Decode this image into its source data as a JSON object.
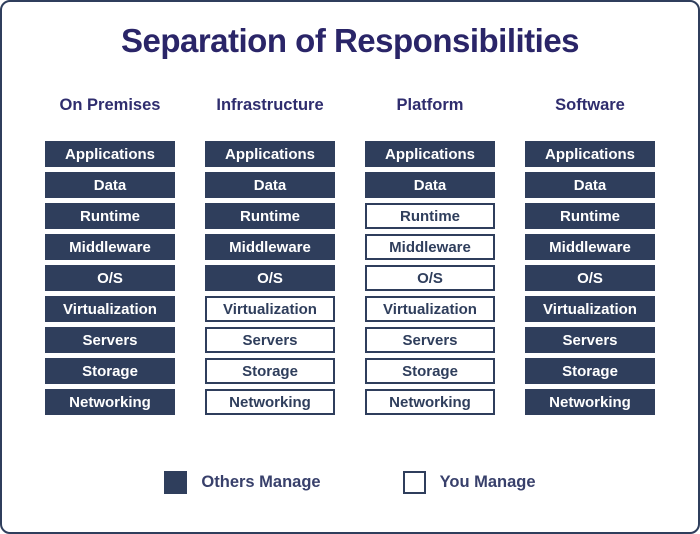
{
  "title": "Separation of Responsibilities",
  "layers": [
    "Applications",
    "Data",
    "Runtime",
    "Middleware",
    "O/S",
    "Virtualization",
    "Servers",
    "Storage",
    "Networking"
  ],
  "columns": [
    {
      "header": "On Premises",
      "dark_layers": 9
    },
    {
      "header": "Infrastructure",
      "dark_layers": 5
    },
    {
      "header": "Platform",
      "dark_layers": 2
    },
    {
      "header": "Software",
      "dark_layers": 9
    }
  ],
  "legend": {
    "items": [
      {
        "label": "Others Manage",
        "swatch": "dark"
      },
      {
        "label": "You Manage",
        "swatch": "light"
      }
    ]
  },
  "colors": {
    "accent_dark": "#2F3E5C",
    "title": "#2A2568",
    "header_text": "#2F2D6E",
    "legend_text": "#38406B",
    "box_text_light": "#FFFFFF"
  }
}
